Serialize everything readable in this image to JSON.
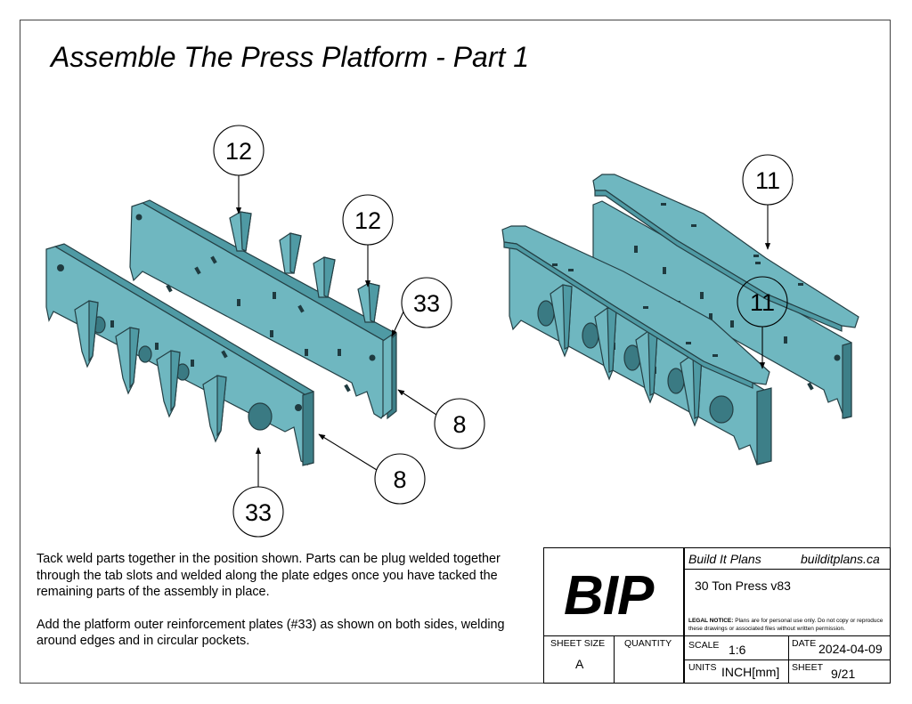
{
  "title": "Assemble The Press Platform - Part 1",
  "callouts": {
    "left_12_top": "12",
    "left_12_mid": "12",
    "left_33_right": "33",
    "left_8_upper": "8",
    "left_8_lower": "8",
    "left_33_bottom": "33",
    "right_11_top": "11",
    "right_11_mid": "11"
  },
  "notes": {
    "paragraph_1": "Tack weld parts together in the position shown. Parts can be plug welded together through the tab slots and welded along the plate edges once you have tacked the remaining parts of the assembly in place.",
    "paragraph_2": "Add the platform outer reinforcement plates (#33) as shown on both sides, welding around edges and in circular pockets."
  },
  "title_block": {
    "logo": "BIP",
    "company": "Build It Plans",
    "website": "builditplans.ca",
    "project": "30 Ton Press v83",
    "legal_label": "LEGAL NOTICE:",
    "legal_text": "Plans are for personal use only. Do not copy or reproduce these drawings or associated files without written permission.",
    "sheet_size_label": "SHEET SIZE",
    "sheet_size_value": "A",
    "quantity_label": "QUANTITY",
    "scale_label": "SCALE",
    "scale_value": "1:6",
    "date_label": "DATE",
    "date_value": "2024-04-09",
    "units_label": "UNITS",
    "units_value": "INCH[mm]",
    "sheet_label": "SHEET",
    "sheet_value": "9/21"
  },
  "colors": {
    "part_fill": "#6fb7c0",
    "part_dark": "#4e99a3",
    "part_edge": "#2a4f55"
  }
}
